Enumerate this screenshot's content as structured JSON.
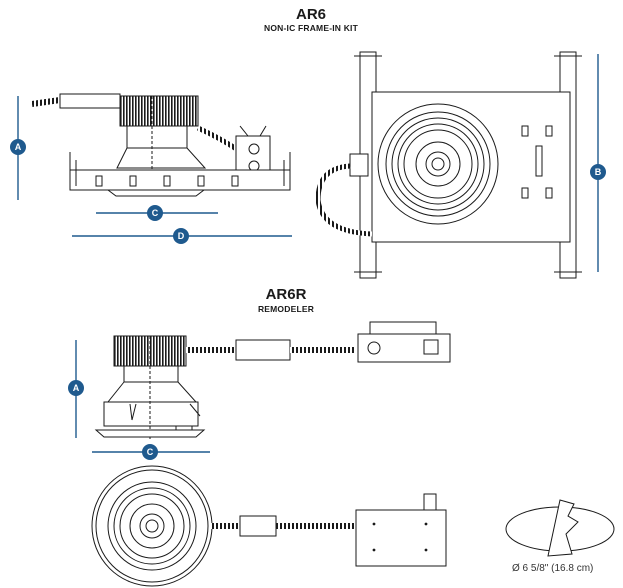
{
  "ar6": {
    "title": "AR6",
    "subtitle": "NON-IC FRAME-IN KIT"
  },
  "ar6r": {
    "title": "AR6R",
    "subtitle": "REMODELER"
  },
  "dimension_markers": {
    "a": "A",
    "b": "B",
    "c": "C",
    "d": "D"
  },
  "cutout": {
    "label": "Ø 6 5/8\" (16.8 cm)"
  },
  "colors": {
    "marker": "#1f5a8e",
    "line": "#1a1a1a"
  }
}
